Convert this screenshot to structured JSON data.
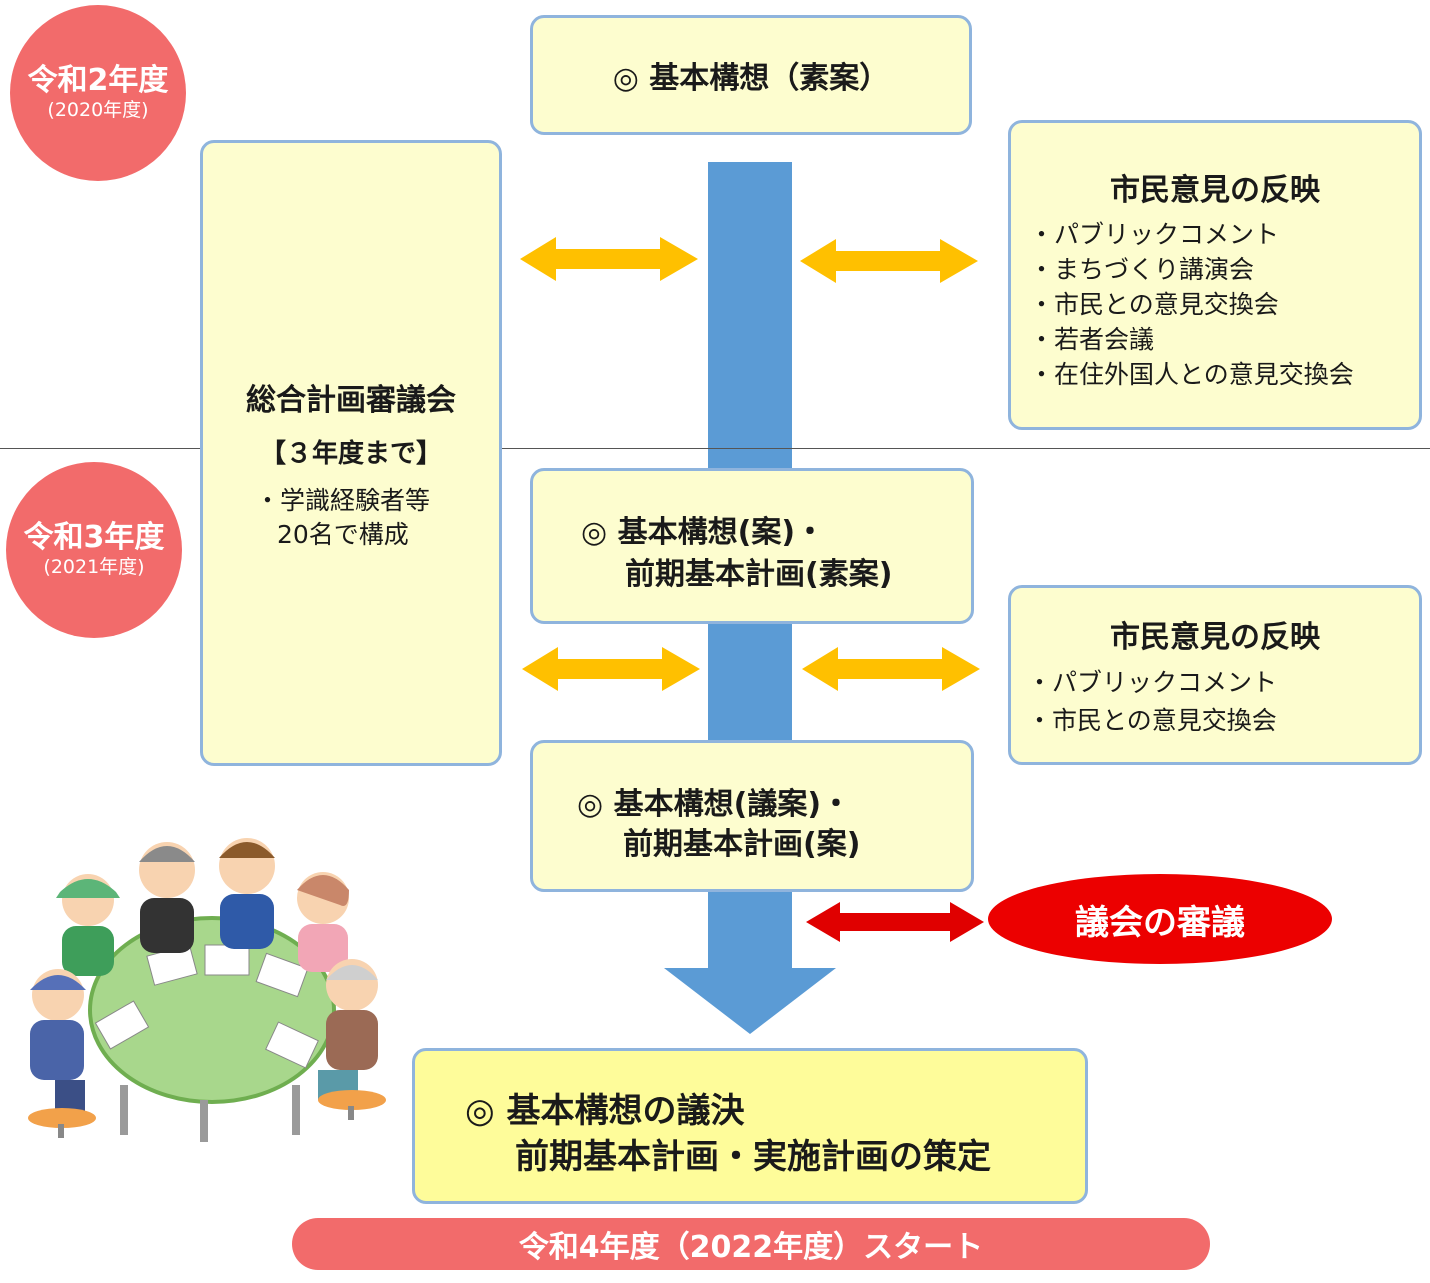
{
  "years": {
    "r2": {
      "main": "令和2年度",
      "sub": "(2020年度)"
    },
    "r3": {
      "main": "令和3年度",
      "sub": "(2021年度)"
    }
  },
  "council": {
    "title": "総合計画審議会",
    "period": "【３年度まで】",
    "members_line1": "・学識経験者等",
    "members_line2": "20名で構成"
  },
  "steps": {
    "draft_outline": "◎ 基本構想（素案）",
    "plan_line1": "◎ 基本構想(案)・",
    "plan_line2": "前期基本計画(素案)",
    "bill_line1": "◎ 基本構想(議案)・",
    "bill_line2": "前期基本計画(案)",
    "final_line1": "◎ 基本構想の議決",
    "final_line2": "前期基本計画・実施計画の策定"
  },
  "opinion_top": {
    "title": "市民意見の反映",
    "items": [
      "・パブリックコメント",
      "・まちづくり講演会",
      "・市民との意見交換会",
      "・若者会議",
      "・在住外国人との意見交換会"
    ]
  },
  "opinion_bottom": {
    "title": "市民意見の反映",
    "items": [
      "・パブリックコメント",
      "・市民との意見交換会"
    ]
  },
  "assembly": "議会の審議",
  "start": "令和4年度（2022年度）スタート",
  "colors": {
    "box_fill": "#fdfdcf",
    "box_border": "#8fb4dd",
    "flow_arrow": "#5b9bd5",
    "yellow_arrow": "#ffc000",
    "red_arrow": "#e00000",
    "year_circle": "#f26b6b"
  }
}
